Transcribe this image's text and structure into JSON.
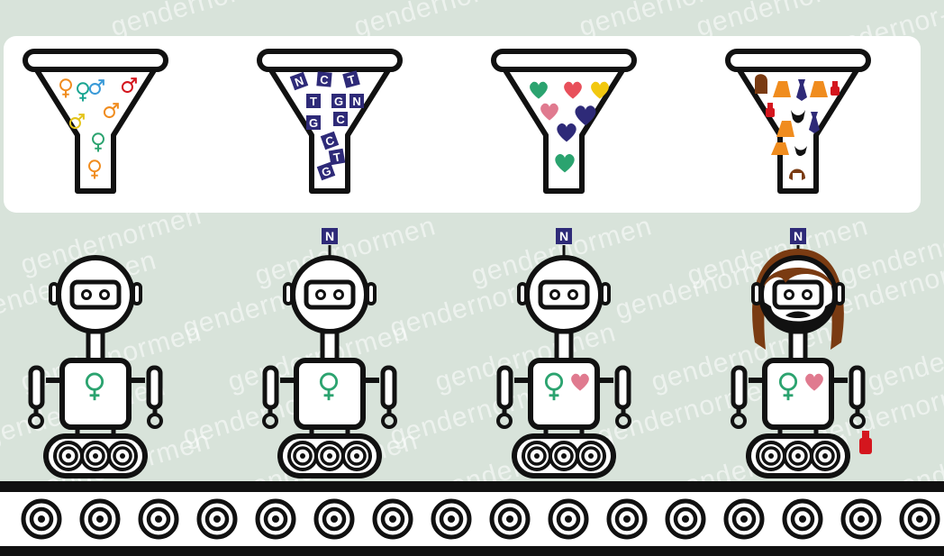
{
  "watermark": {
    "word": "gendernormen",
    "fragment_top_right": "gendernor-"
  },
  "funnels": [
    {
      "name": "gender-symbols-funnel"
    },
    {
      "name": "dna-letters-funnel",
      "letters": [
        "N",
        "C",
        "T",
        "T",
        "G",
        "N",
        "G",
        "C",
        "C",
        "T",
        "G"
      ]
    },
    {
      "name": "hearts-funnel"
    },
    {
      "name": "appearance-items-funnel"
    }
  ],
  "robots": [
    {
      "name": "robot-1",
      "antenna": ""
    },
    {
      "name": "robot-2",
      "antenna": "N"
    },
    {
      "name": "robot-3",
      "antenna": "N"
    },
    {
      "name": "robot-4",
      "antenna": "N"
    }
  ],
  "colors": {
    "background": "#d8e3da",
    "outline": "#111111",
    "gender_symbol": "#2ba36f",
    "heart_pink": "#e07a8f",
    "dna_block": "#2e2a78",
    "hair": "#7a3b12",
    "nail_polish": "#d4161e"
  },
  "icons": [
    "female-symbol-icon",
    "heart-icon",
    "nail-polish-icon",
    "beard-icon",
    "hair-icon"
  ]
}
